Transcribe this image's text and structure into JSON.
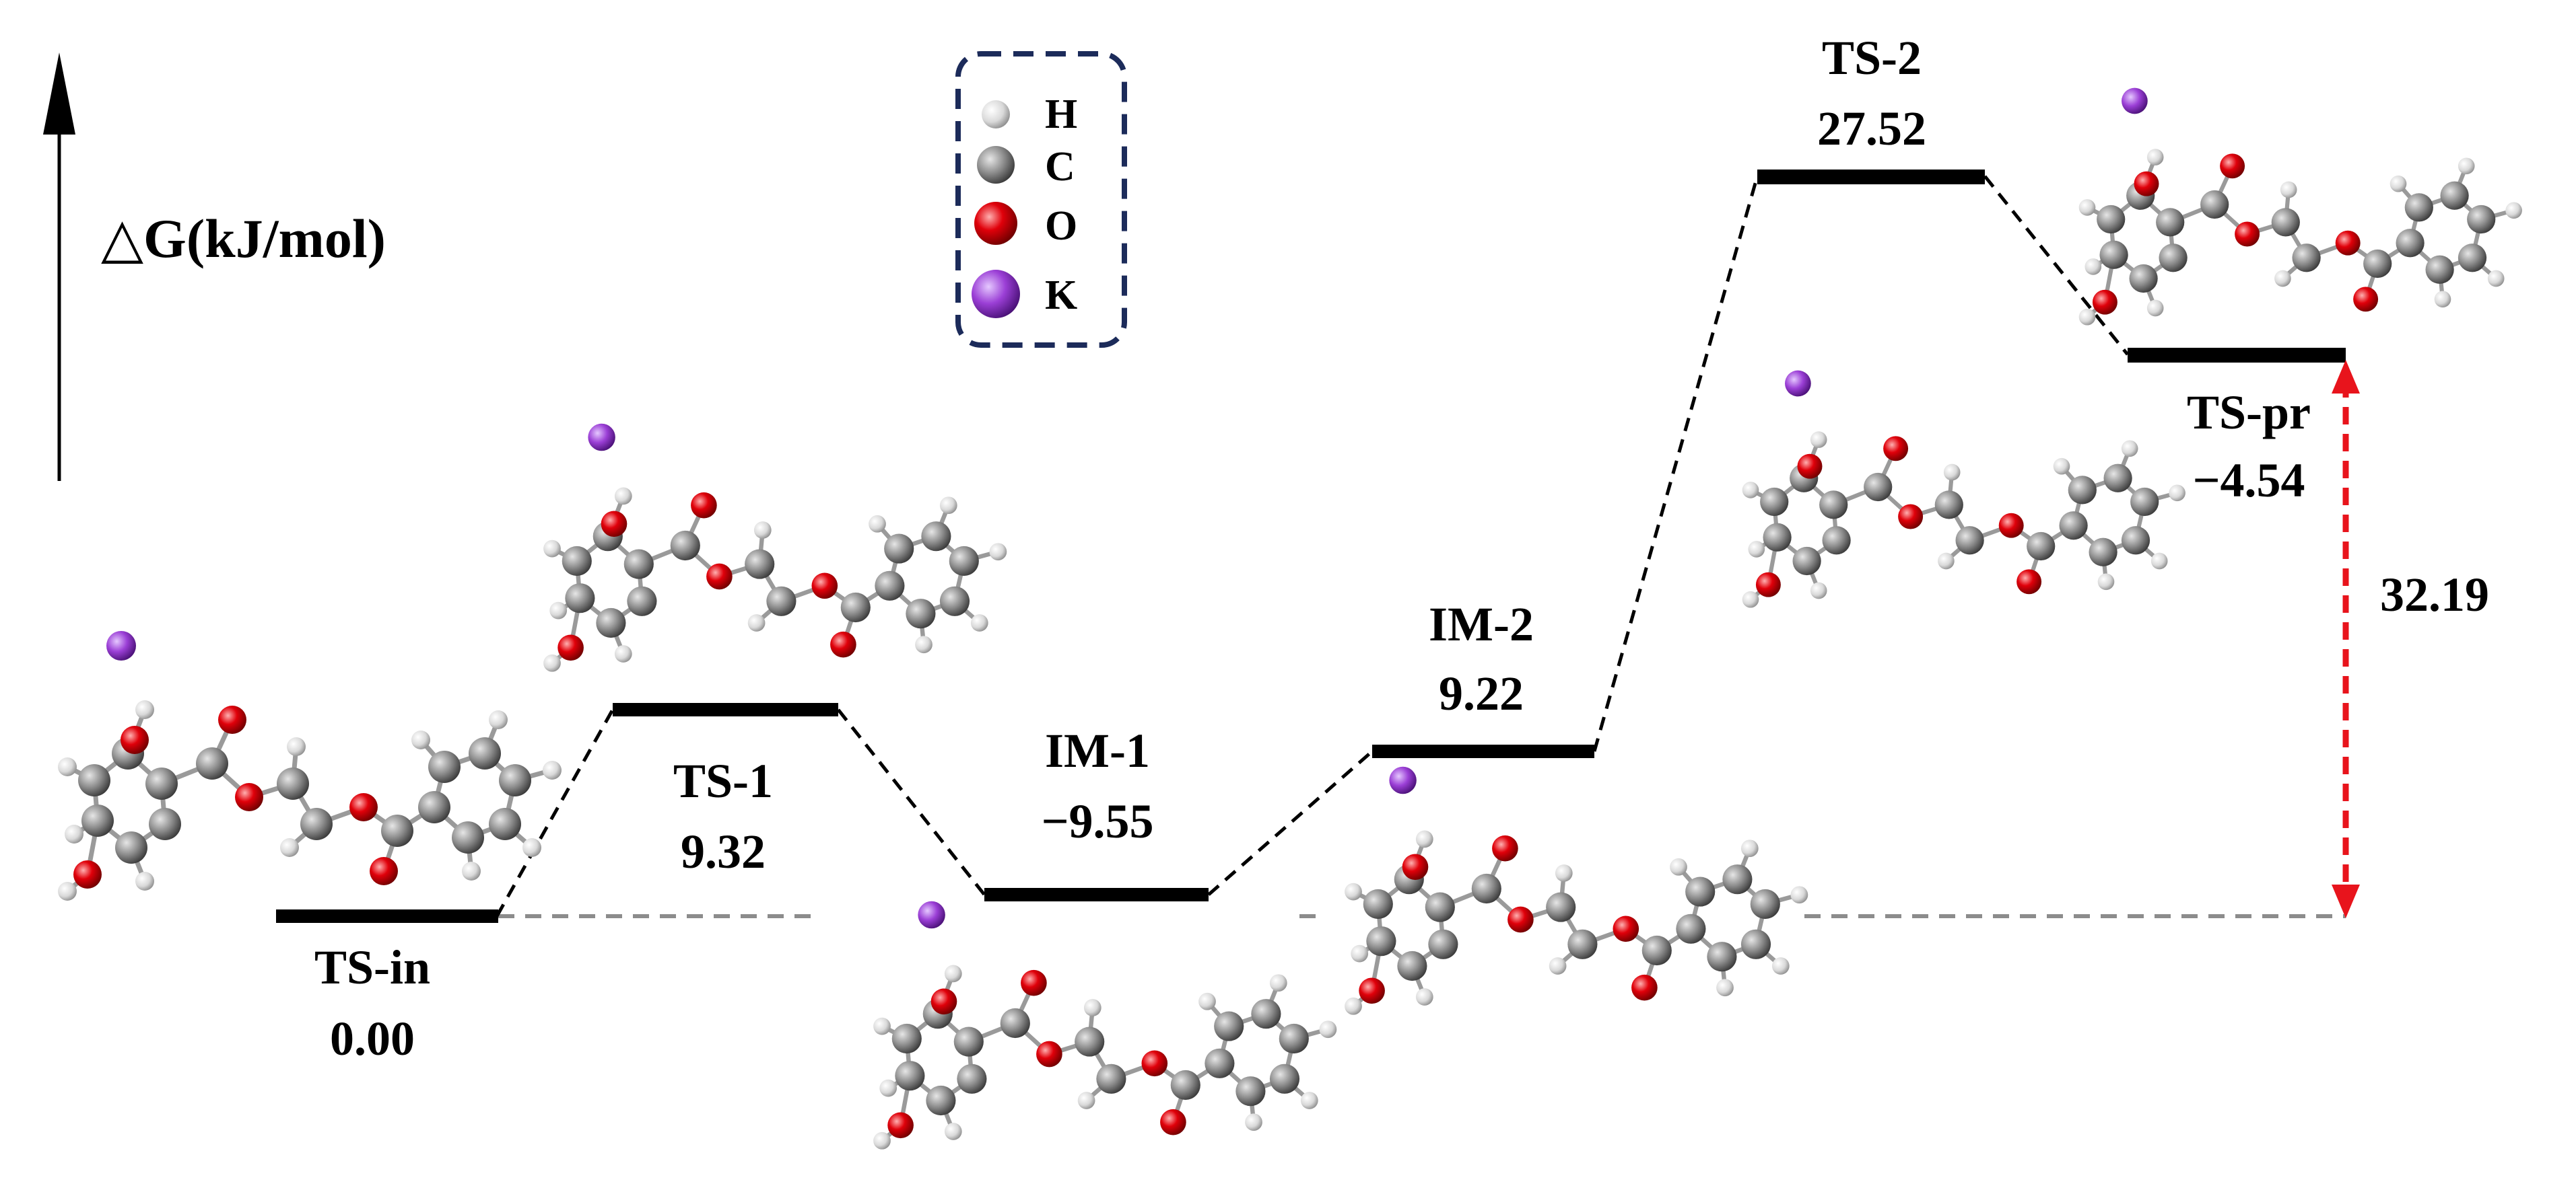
{
  "axis": {
    "label": "△G(kJ/mol)"
  },
  "legend": {
    "items": [
      {
        "symbol": "H",
        "element": "hydrogen",
        "color": "#f2f2f2"
      },
      {
        "symbol": "C",
        "element": "carbon",
        "color": "#8a8a8a"
      },
      {
        "symbol": "O",
        "element": "oxygen",
        "color": "#e0000a"
      },
      {
        "symbol": "K",
        "element": "potassium",
        "color": "#9b3fd6"
      }
    ]
  },
  "levels": [
    {
      "name": "TS-in",
      "value": "0.00",
      "energy": 0.0
    },
    {
      "name": "TS-1",
      "value": "9.32",
      "energy": 9.32
    },
    {
      "name": "IM-1",
      "value": "−9.55",
      "energy": -9.55
    },
    {
      "name": "IM-2",
      "value": "9.22",
      "energy": 9.22
    },
    {
      "name": "TS-2",
      "value": "27.52",
      "energy": 27.52
    },
    {
      "name": "TS-pr",
      "value": "−4.54",
      "energy": -4.54
    }
  ],
  "barrier": {
    "value": "32.19",
    "color": "#e8141c"
  },
  "colors": {
    "level_line": "#000000",
    "connector": "#000000",
    "baseline": "#8c8c8c",
    "legend_border": "#1c2b5a"
  }
}
